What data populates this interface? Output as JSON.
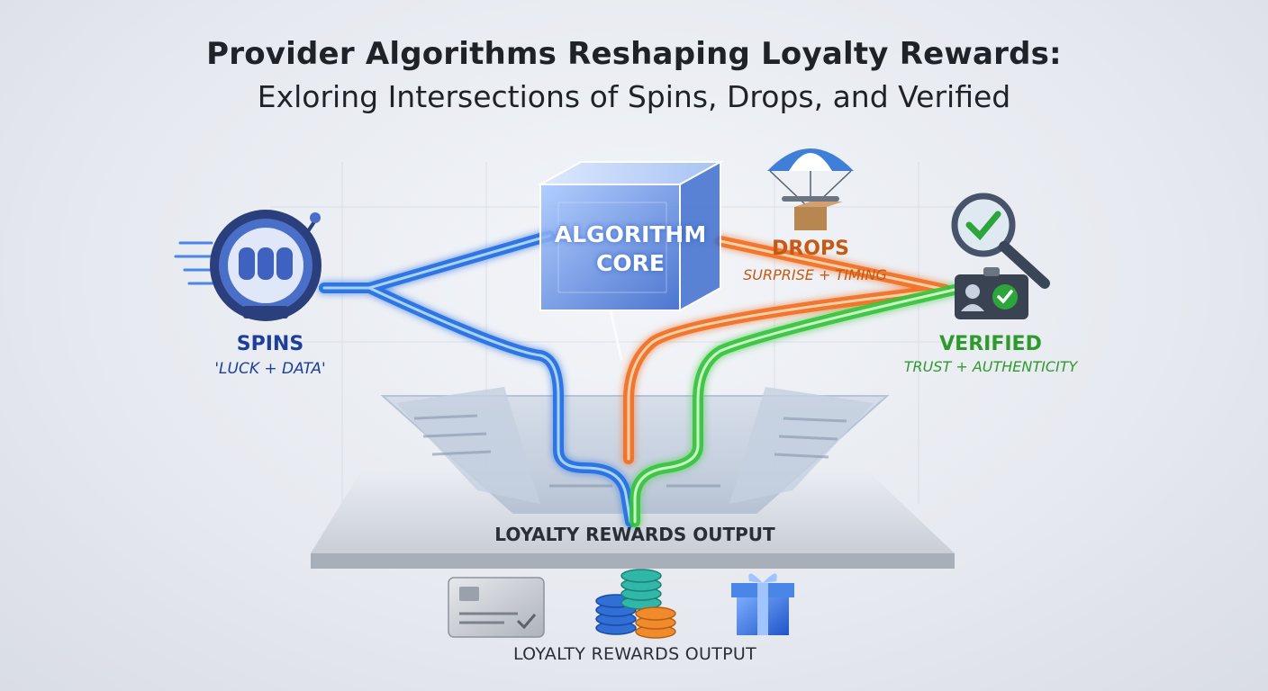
{
  "title": {
    "line1": "Provider Algorithms Reshaping Loyalty Rewards:",
    "line2": "Exloring Intersections of Spins, Drops, and Verified"
  },
  "core": {
    "line1": "ALGORITHM",
    "line2": "CORE"
  },
  "spins": {
    "name": "SPINS",
    "subtitle": "'LUCK + DATA'"
  },
  "drops": {
    "name": "DROPS",
    "subtitle": "SURPRISE + TIMING"
  },
  "verified": {
    "name": "VERIFIED",
    "subtitle": "TRUST + AUTHENTICITY"
  },
  "output": {
    "platform_label": "LOYALTY REWARDS OUTPUT",
    "bottom_label": "LOYALTY REWARDS OUTPUT"
  },
  "colors": {
    "spins": "#1f6fe0",
    "drops": "#f07020",
    "verified": "#32c43a",
    "core": "#6aa0f0",
    "text_dark": "#1f2328"
  },
  "icons": [
    "slot-machine-icon",
    "parachute-drop-icon",
    "magnifier-check-icon",
    "id-badge-icon",
    "credit-card-icon",
    "coin-stack-icon",
    "gift-box-icon"
  ]
}
